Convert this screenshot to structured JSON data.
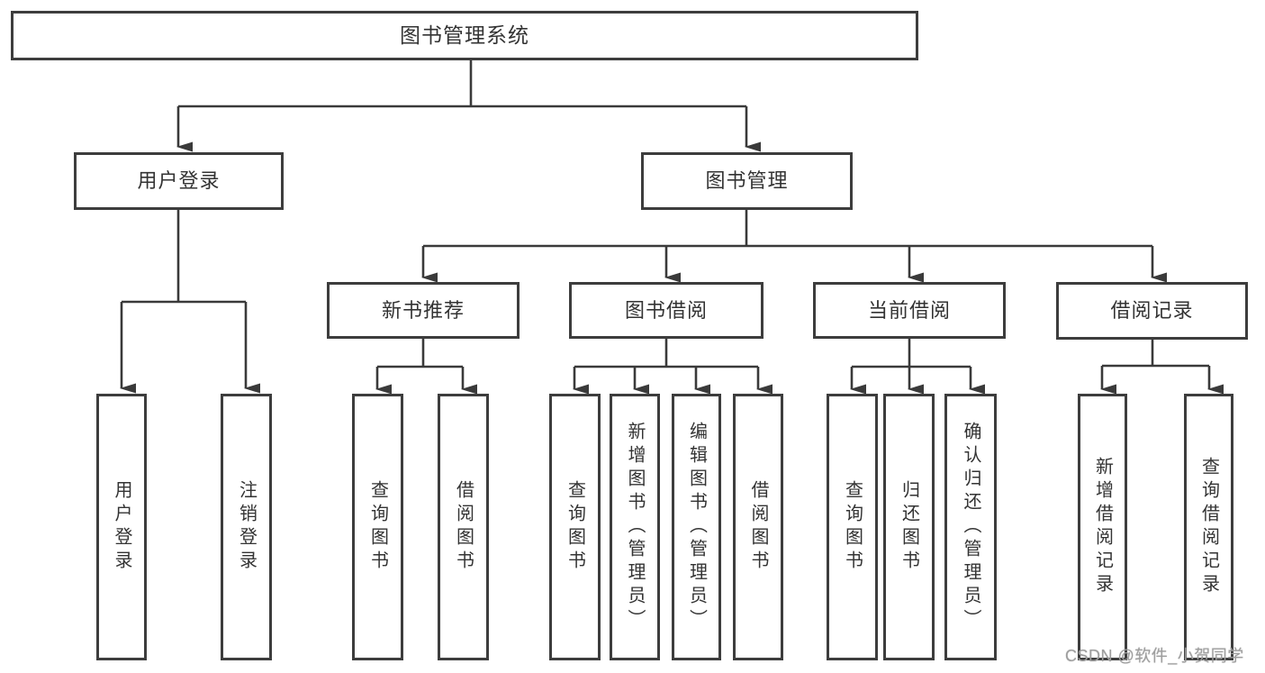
{
  "diagram": {
    "type": "hierarchy-tree",
    "watermark": "CSDN @软件_小贺同学",
    "colors": {
      "background": "#ffffff",
      "box_border": "#3d3d3d",
      "line": "#3a3a3a",
      "text": "#333333",
      "watermark_text": "#9e9e9e"
    },
    "tree": {
      "label": "图书管理系统",
      "children": [
        {
          "label": "用户登录",
          "children": [
            {
              "label": "用户登录"
            },
            {
              "label": "注销登录"
            }
          ]
        },
        {
          "label": "图书管理",
          "children": [
            {
              "label": "新书推荐",
              "children": [
                {
                  "label": "查询图书"
                },
                {
                  "label": "借阅图书"
                }
              ]
            },
            {
              "label": "图书借阅",
              "children": [
                {
                  "label": "查询图书"
                },
                {
                  "label": "新增图书（管理员）"
                },
                {
                  "label": "编辑图书（管理员）"
                },
                {
                  "label": "借阅图书"
                }
              ]
            },
            {
              "label": "当前借阅",
              "children": [
                {
                  "label": "查询图书"
                },
                {
                  "label": "归还图书"
                },
                {
                  "label": "确认归还（管理员）"
                }
              ]
            },
            {
              "label": "借阅记录",
              "children": [
                {
                  "label": "新增借阅记录"
                },
                {
                  "label": "查询借阅记录"
                }
              ]
            }
          ]
        }
      ]
    }
  }
}
